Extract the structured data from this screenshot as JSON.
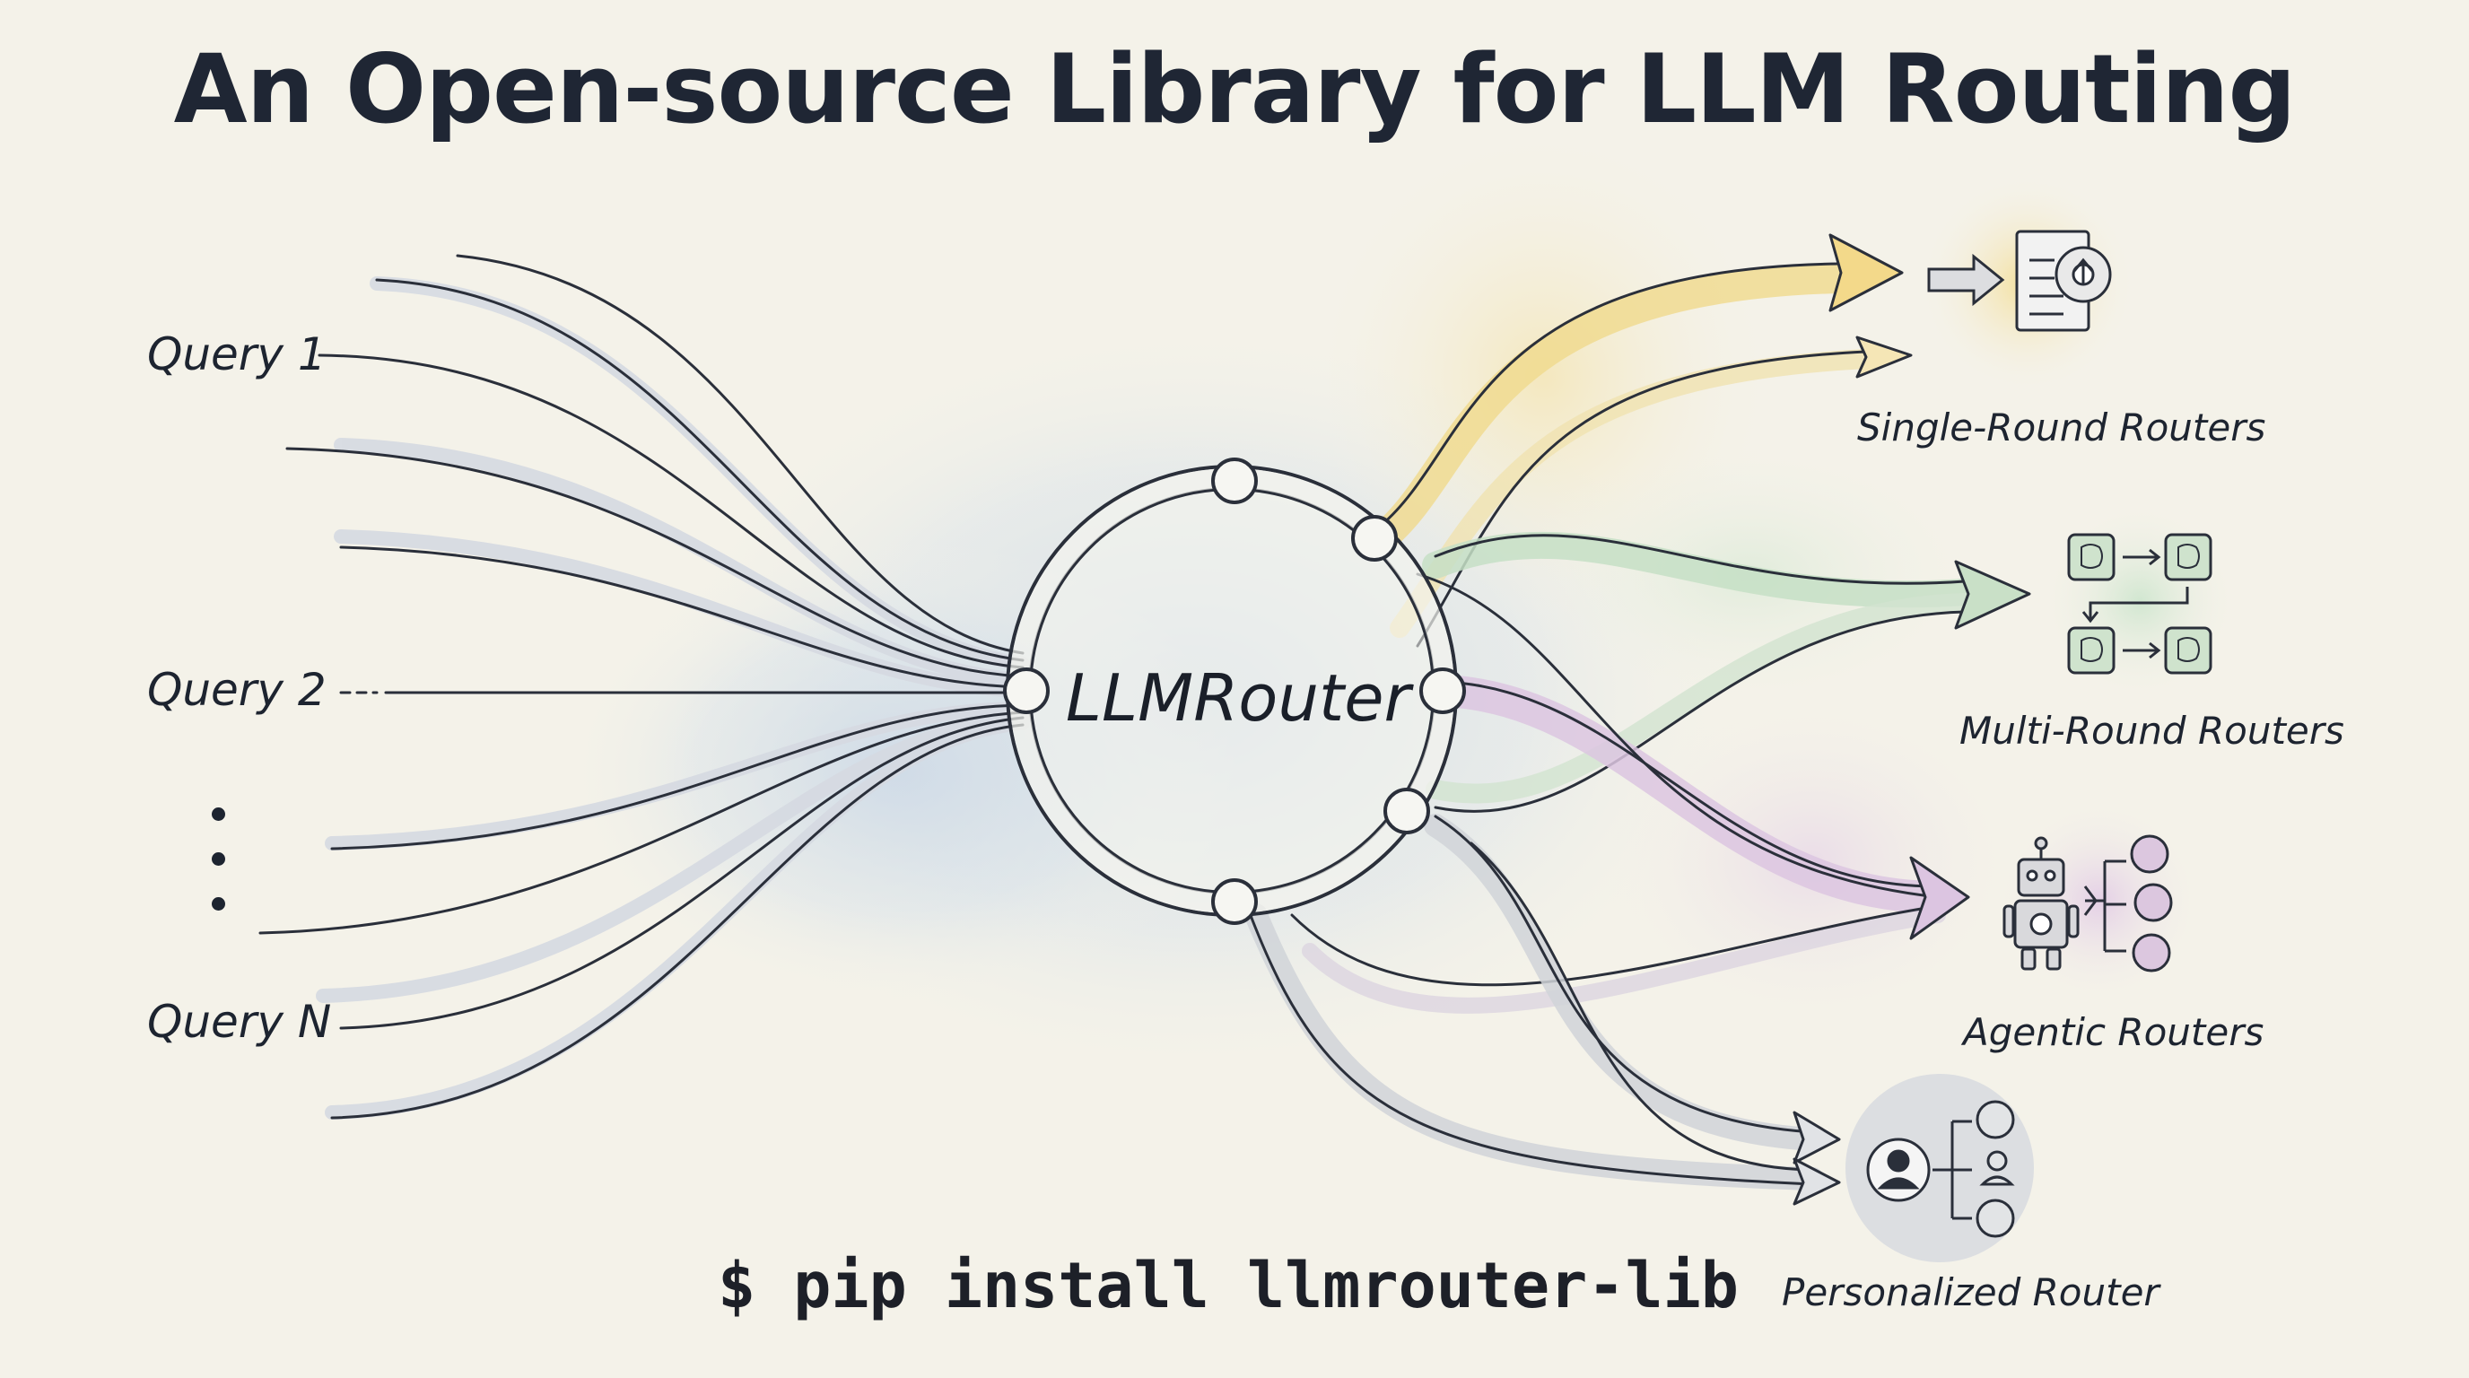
{
  "title": "An Open-source Library for LLM Routing",
  "queries": [
    {
      "label": "Query 1"
    },
    {
      "label": "Query 2"
    },
    {
      "label": "Query N"
    }
  ],
  "router": {
    "label": "LLMRouter"
  },
  "router_types": [
    {
      "label": "Single-Round Routers",
      "color": "#f1d98a",
      "icon": "document-gear-icon"
    },
    {
      "label": "Multi-Round Routers",
      "color": "#cfe3cf",
      "icon": "brain-chain-icon"
    },
    {
      "label": "Agentic Routers",
      "color": "#e2d0e4",
      "icon": "robot-icon"
    },
    {
      "label": "Personalized Router",
      "color": "#d9dde0",
      "icon": "user-icon"
    }
  ],
  "install_command": "$ pip install llmrouter-lib"
}
